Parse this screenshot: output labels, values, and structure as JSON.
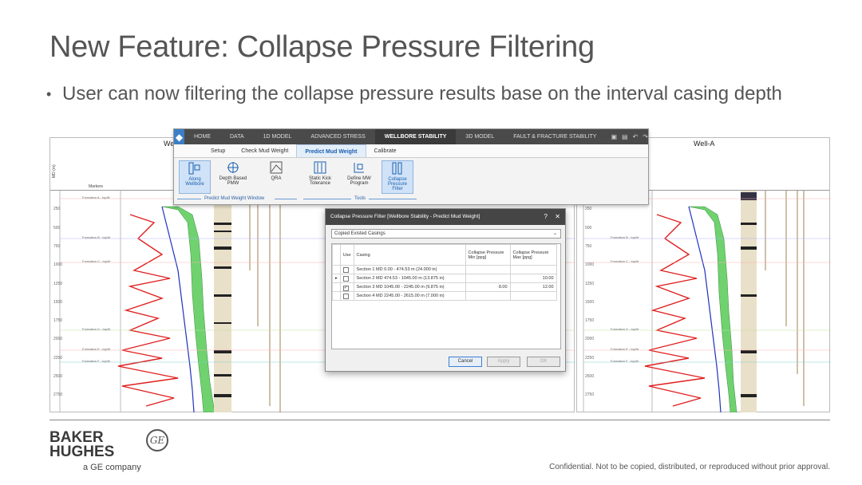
{
  "slide": {
    "title": "New Feature: Collapse Pressure Filtering",
    "bullet": "User can now filtering the collapse pressure results base on the interval casing depth"
  },
  "left_log": {
    "well_title": "We",
    "tracks": [
      "Markers"
    ],
    "depth_label": "MD (m)",
    "depths": [
      "250",
      "500",
      "750",
      "1000",
      "1250",
      "1500",
      "1750",
      "2000",
      "2250",
      "2500",
      "2750"
    ],
    "markers": [
      "Formation A - top/lit",
      "Formation B - top/lit",
      "Formation C - top/lit",
      "Formation D - top/lit",
      "Formation E - top/lit",
      "Formation F - top/lit"
    ]
  },
  "right_log": {
    "well_title": "Well-A",
    "depths": [
      "250",
      "500",
      "750",
      "1000",
      "1250",
      "1500",
      "1750",
      "2000",
      "2250",
      "2500",
      "2750"
    ],
    "markers": [
      "Formation B - top/lit",
      "Formation C - top/lit",
      "Formation D - top/lit",
      "Formation E - top/lit",
      "Formation F - top/lit"
    ]
  },
  "ribbon": {
    "top_tabs": [
      "HOME",
      "DATA",
      "1D MODEL",
      "ADVANCED STRESS",
      "WELLBORE STABILITY",
      "3D MODEL",
      "FAULT & FRACTURE STABILITY"
    ],
    "active_top_tab": "WELLBORE STABILITY",
    "sub_tabs": [
      "Setup",
      "Check Mud Weight",
      "Predict Mud Weight",
      "Calibrate"
    ],
    "active_sub_tab": "Predict Mud Weight",
    "buttons": {
      "along_wellbore": "Along Wellbore",
      "depth_based": "Depth Based PMW",
      "qra": "QRA",
      "static_kick": "Static Kick Tolerance",
      "define_mw": "Define MW Program",
      "collapse_filter": "Collapse Pressure Filter"
    },
    "groups": {
      "predict_window": "Predict Mud Weight Window",
      "tools": "Tools"
    }
  },
  "dialog": {
    "title": "Collapse Pressure Filter [Wellbore Stability - Predict Mud Weight]",
    "help": "?",
    "close": "✕",
    "dropdown_value": "Copied Existed Casings",
    "columns": [
      "Use",
      "Casing",
      "Collapse Pressure Min [ppg]",
      "Collapse Pressure Max [ppg]"
    ],
    "rows": [
      {
        "use": false,
        "casing": "Section 1  MD 0.00 - 474.53 m (24.000 in)",
        "min": "",
        "max": "",
        "pointer": ""
      },
      {
        "use": false,
        "casing": "Section 2  MD 474.53 - 1045.00 m (13.875 in)",
        "min": "",
        "max": "10.00",
        "pointer": "▸"
      },
      {
        "use": true,
        "casing": "Section 3  MD 1045.00 - 2245.00 m (9.875 in)",
        "min": "8.00",
        "max": "12.00",
        "pointer": ""
      },
      {
        "use": false,
        "casing": "Section 4  MD 2245.00 - 2615.00 m (7.000 in)",
        "min": "",
        "max": "",
        "pointer": ""
      }
    ],
    "buttons": {
      "cancel": "Cancel",
      "apply": "Apply",
      "ok": "OK"
    }
  },
  "footer": {
    "logo_line1": "BAKER",
    "logo_line2": "HUGHES",
    "logo_sub": "a GE company",
    "ge": "GE",
    "confidential": "Confidential. Not to be copied, distributed, or reproduced without prior approval."
  },
  "colors": {
    "accent": "#3b7ec4",
    "log_red": "#e02020",
    "log_green": "#6fd26f",
    "log_blue": "#2030c0"
  }
}
